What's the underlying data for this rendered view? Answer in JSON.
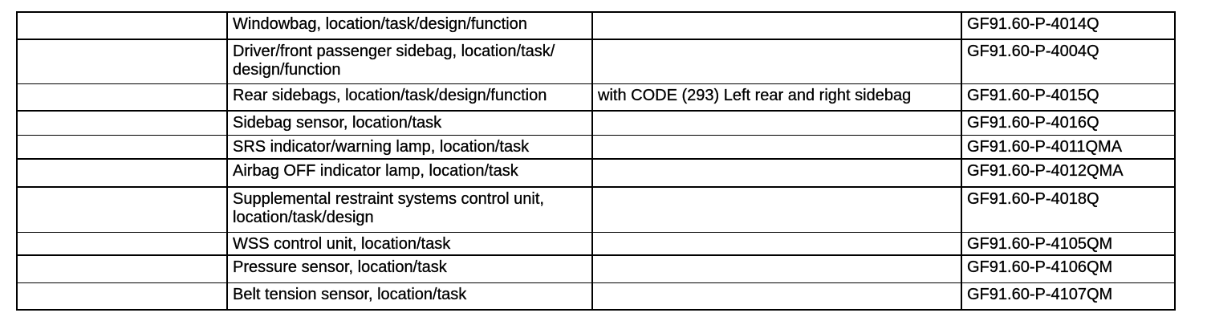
{
  "colors": {
    "page_background": "#ffffff",
    "table_border": "#000000",
    "text": "#000000"
  },
  "table": {
    "rows": [
      {
        "col1": "",
        "desc": "Windowbag, location/task/design/function",
        "condition": "",
        "code": "GF91.60-P-4014Q"
      },
      {
        "col1": "",
        "desc": "Driver/front passenger sidebag, location/task/\ndesign/function",
        "condition": "",
        "code": "GF91.60-P-4004Q"
      },
      {
        "col1": "",
        "desc": "Rear sidebags, location/task/design/function",
        "condition": "with CODE (293) Left rear and right sidebag",
        "code": "GF91.60-P-4015Q"
      },
      {
        "col1": "",
        "desc": "Sidebag sensor, location/task",
        "condition": "",
        "code": "GF91.60-P-4016Q"
      },
      {
        "col1": "",
        "desc": "SRS indicator/warning lamp, location/task",
        "condition": "",
        "code": "GF91.60-P-4011QMA"
      },
      {
        "col1": "",
        "desc": "Airbag OFF indicator lamp, location/task",
        "condition": "",
        "code": "GF91.60-P-4012QMA"
      },
      {
        "col1": "",
        "desc": "Supplemental restraint systems control unit,\nlocation/task/design",
        "condition": "",
        "code": "GF91.60-P-4018Q"
      },
      {
        "col1": "",
        "desc": "WSS control unit, location/task",
        "condition": "",
        "code": "GF91.60-P-4105QM"
      },
      {
        "col1": "",
        "desc": "Pressure sensor, location/task",
        "condition": "",
        "code": "GF91.60-P-4106QM"
      },
      {
        "col1": "",
        "desc": "Belt tension sensor, location/task",
        "condition": "",
        "code": "GF91.60-P-4107QM"
      }
    ]
  }
}
